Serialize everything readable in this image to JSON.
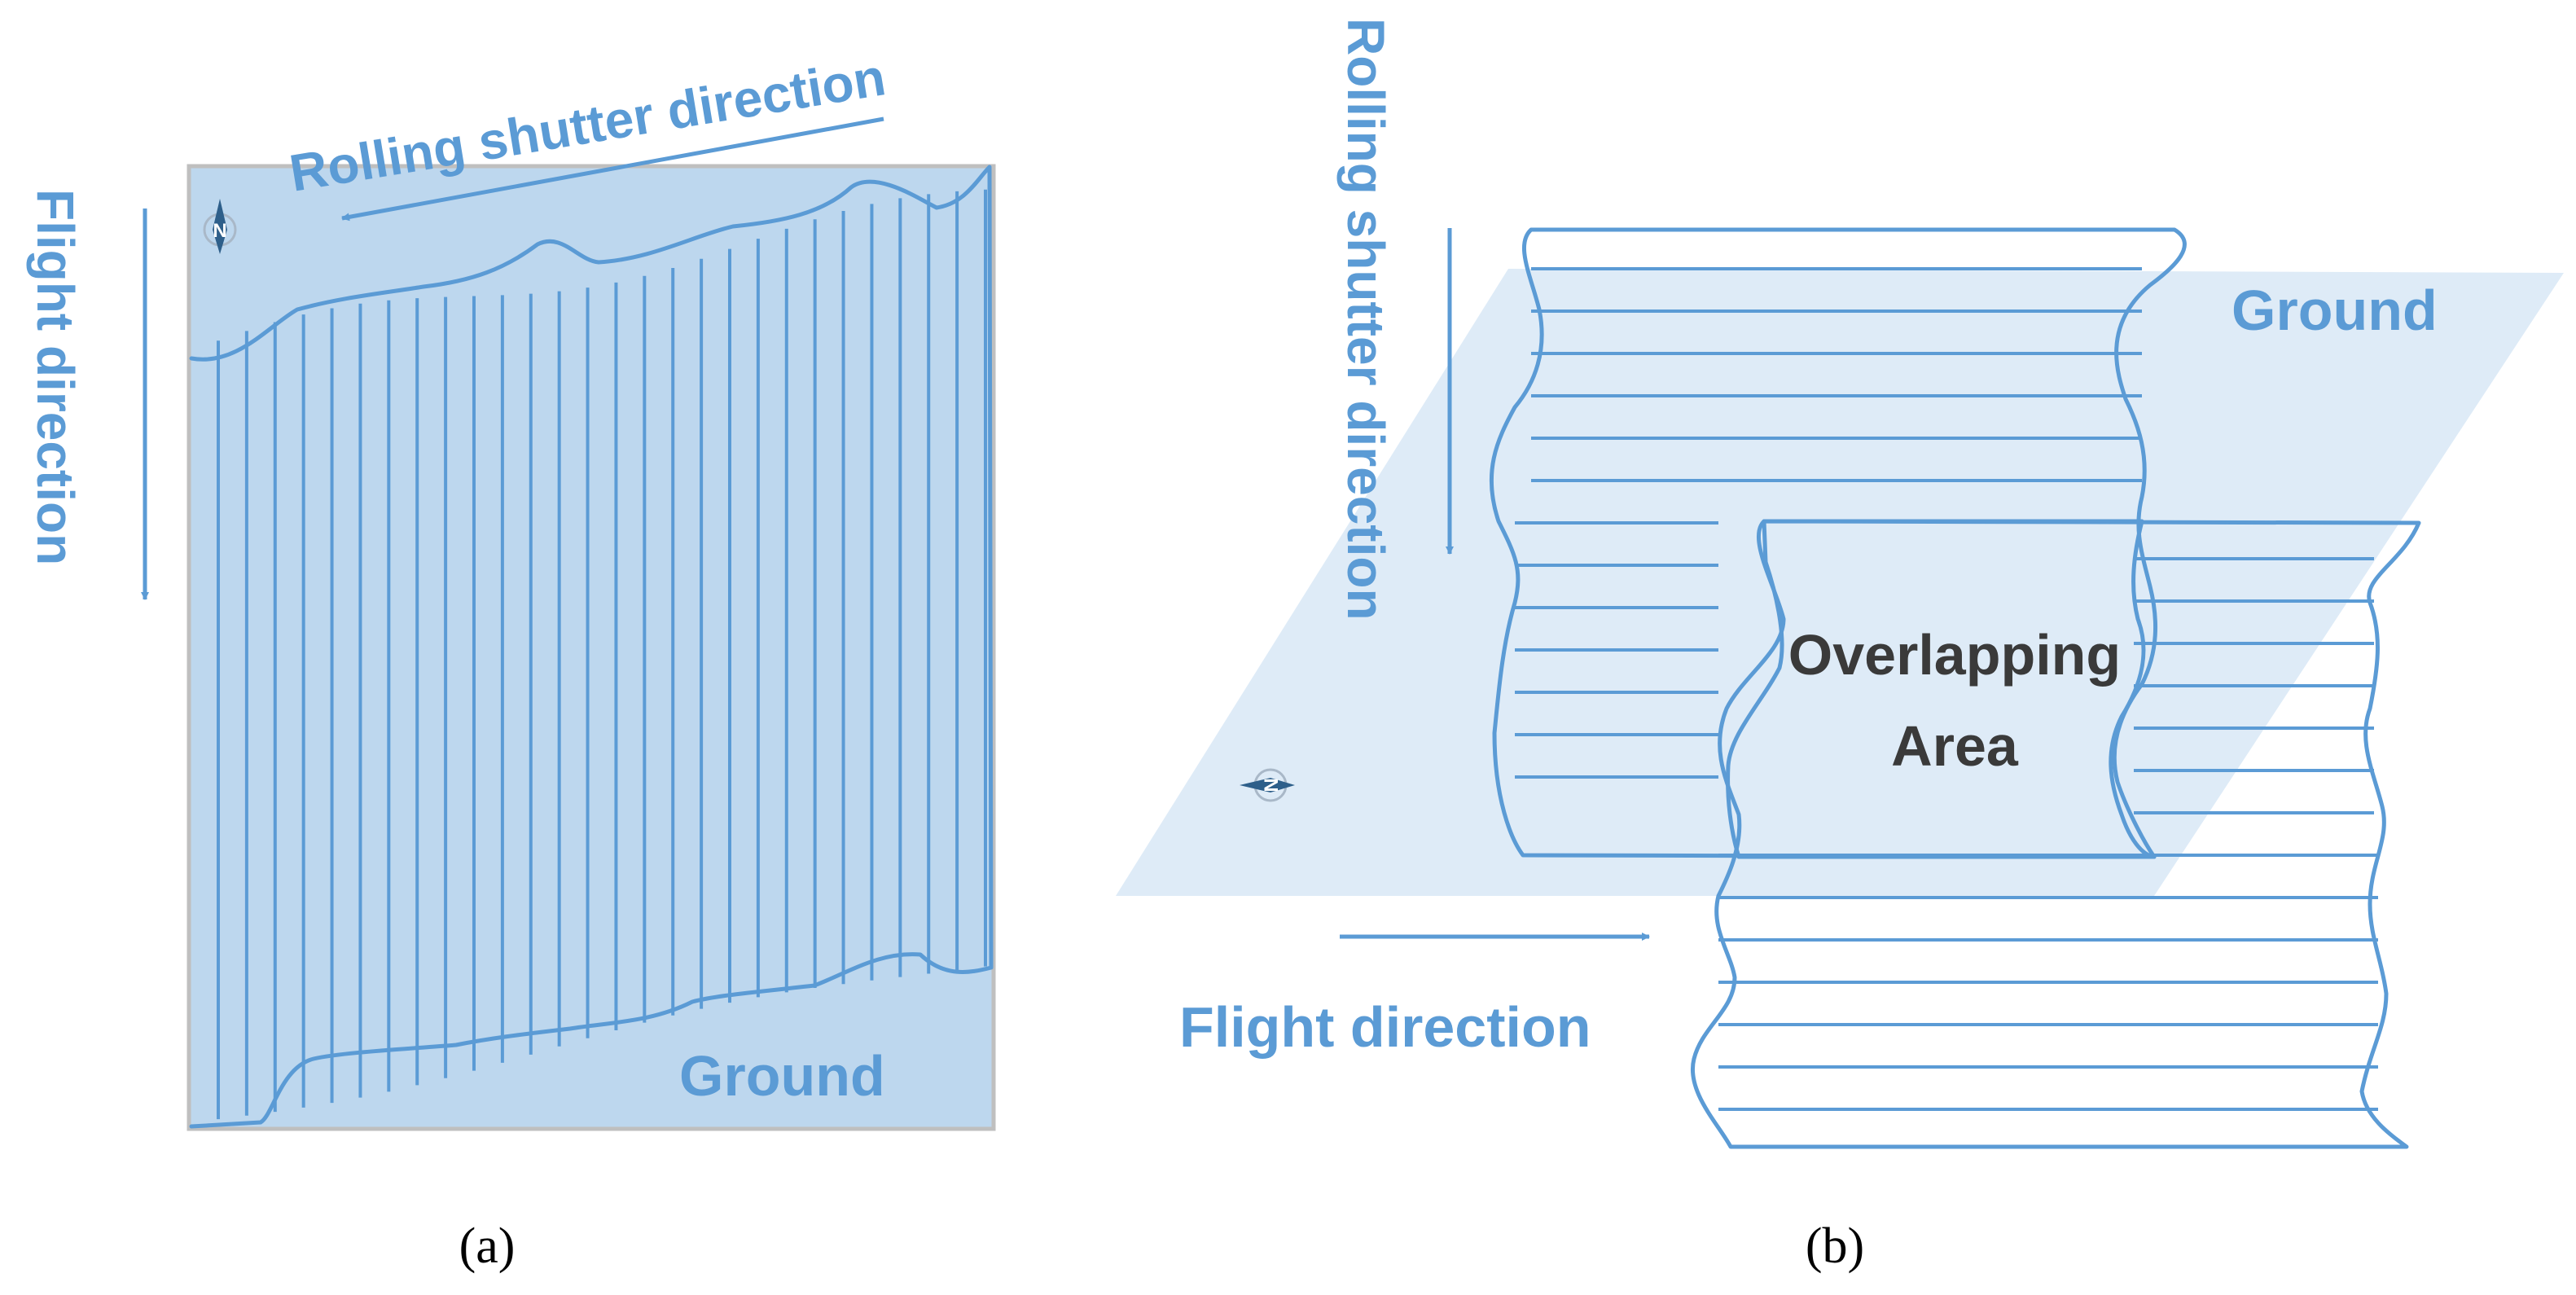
{
  "panel_a": {
    "rolling_shutter_label": "Rolling shutter direction",
    "flight_label": "Flight direction",
    "ground_label": "Ground",
    "compass_letter": "N",
    "caption": "(a)",
    "stripe_count": 28
  },
  "panel_b": {
    "rolling_shutter_label": "Rolling shutter direction",
    "flight_label": "Flight direction",
    "ground_label": "Ground",
    "overlap_label_line1": "Overlapping",
    "overlap_label_line2": "Area",
    "compass_letter": "N",
    "caption": "(b)"
  },
  "colors": {
    "line": "#5B9BD5",
    "fill_dark": "#BDD7EE",
    "fill_light": "#DEEBF7",
    "frame": "#BFBFBF",
    "overlap_text": "#3A3A3A",
    "compass_body": "#2E5F8A"
  },
  "icons": [
    "north-compass-icon"
  ]
}
